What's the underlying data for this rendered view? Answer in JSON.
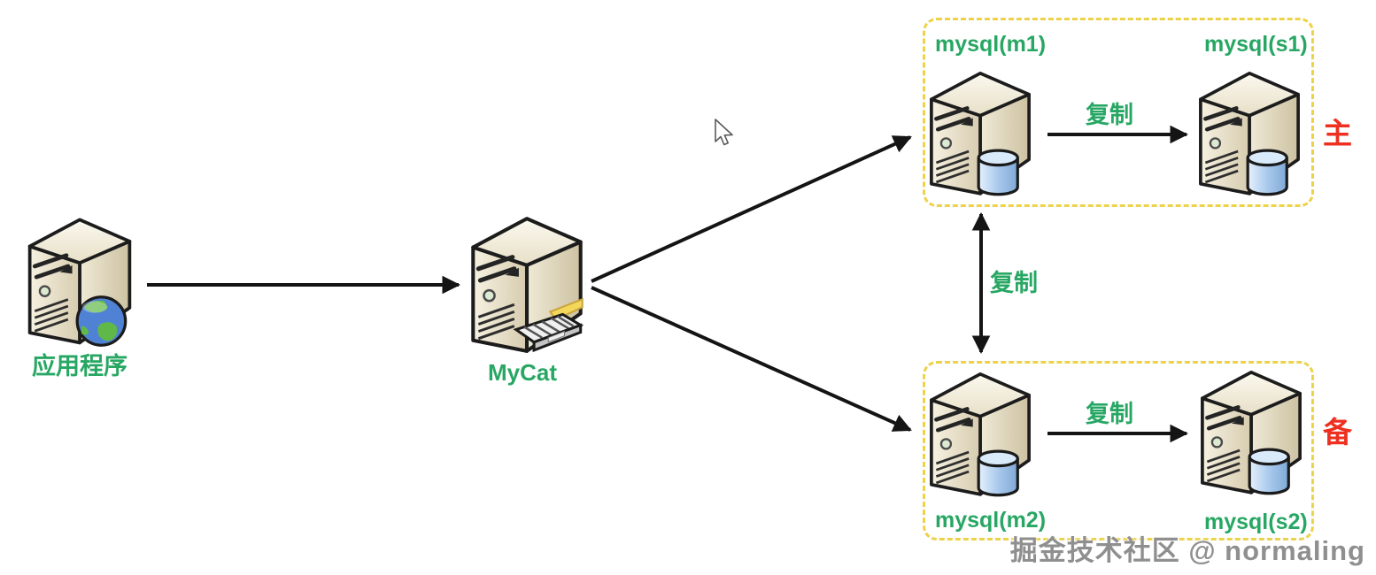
{
  "colors": {
    "green": "#27a763",
    "red": "#ed3020",
    "groupBorder": "#edd24a",
    "arrow": "#141414",
    "watermark": "#8f8f8f"
  },
  "nodes": {
    "app": {
      "label": "应用程序",
      "icon": "server-globe"
    },
    "mycat": {
      "label": "MyCat",
      "icon": "server-keyboard"
    },
    "m1": {
      "label": "mysql(m1)",
      "icon": "server-database"
    },
    "s1": {
      "label": "mysql(s1)",
      "icon": "server-database"
    },
    "m2": {
      "label": "mysql(m2)",
      "icon": "server-database"
    },
    "s2": {
      "label": "mysql(s2)",
      "icon": "server-database"
    }
  },
  "groups": {
    "master": {
      "role": "主"
    },
    "standby": {
      "role": "备"
    }
  },
  "labels": {
    "replication": "复制"
  },
  "watermark": "掘金技术社区 @ normaling"
}
